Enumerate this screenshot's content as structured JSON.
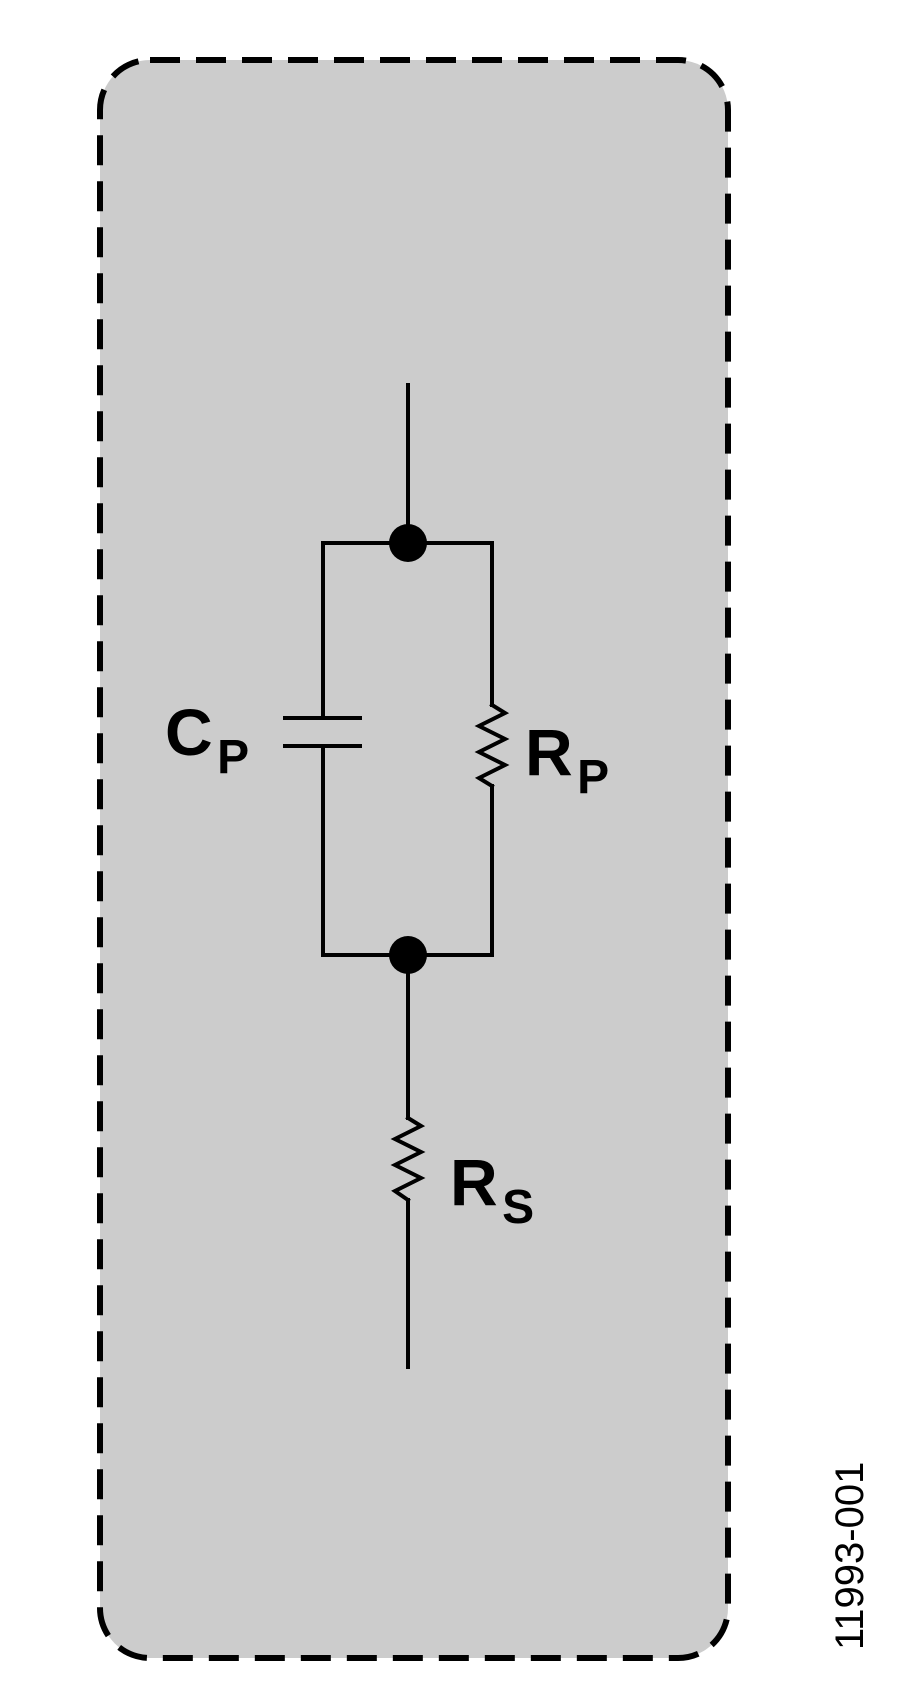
{
  "diagram": {
    "components": {
      "cp": {
        "main": "C",
        "sub": "P"
      },
      "rp": {
        "main": "R",
        "sub": "P"
      },
      "rs": {
        "main": "R",
        "sub": "S"
      }
    },
    "figure_id": "11993-001",
    "colors": {
      "enclosure_fill": "#cccccc",
      "enclosure_border": "#000000",
      "wire": "#000000"
    }
  }
}
